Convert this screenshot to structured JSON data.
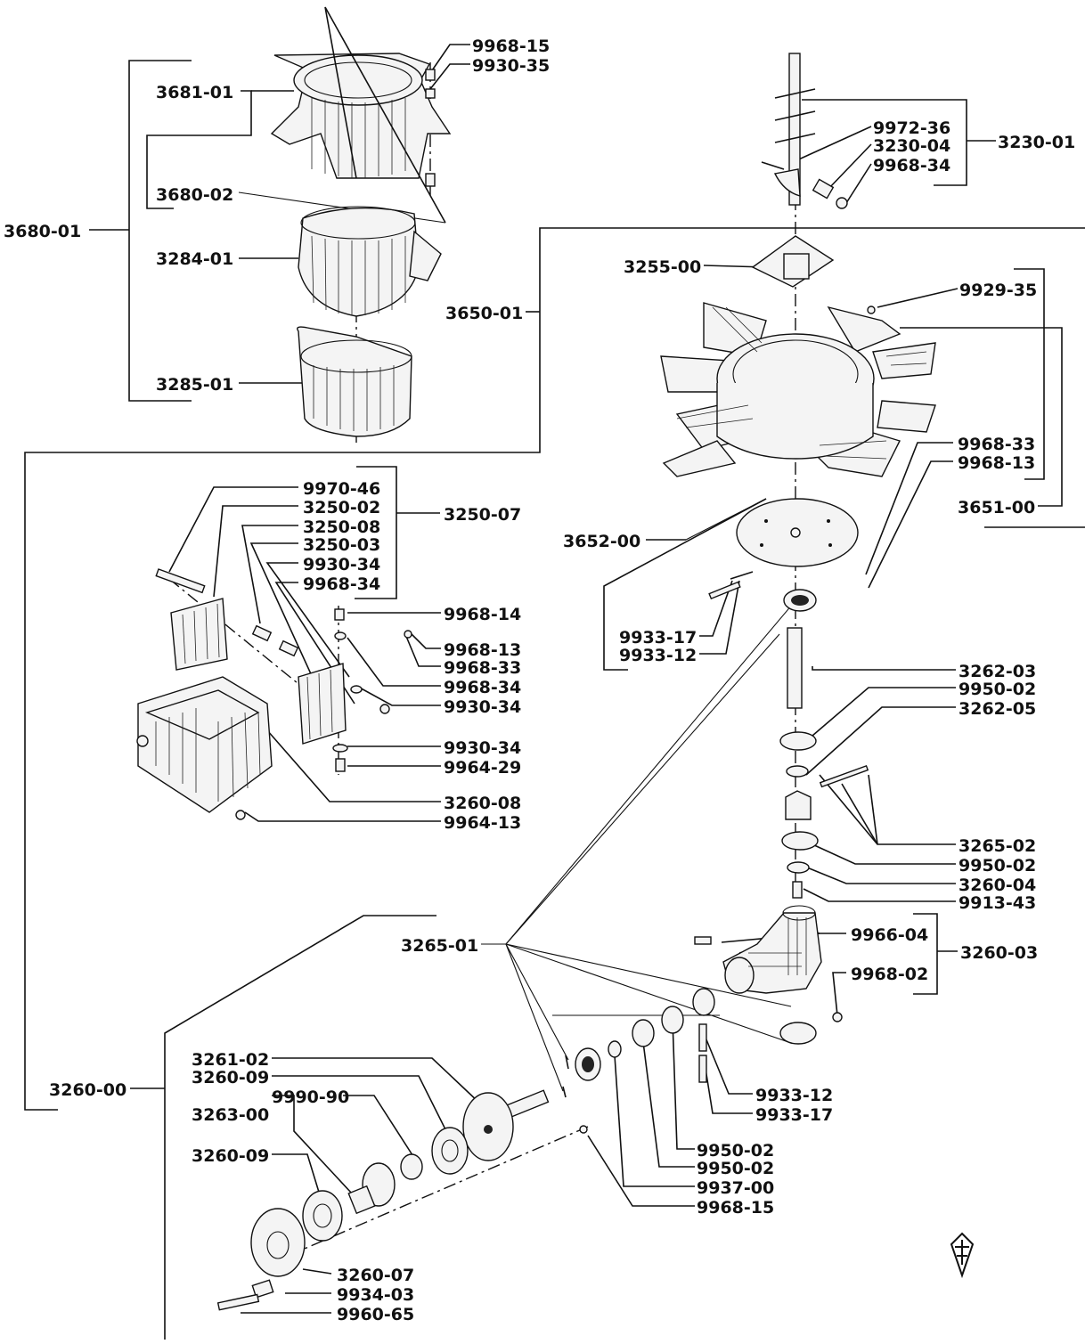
{
  "parts": {
    "p3681_01": "3681-01",
    "p3680_02": "3680-02",
    "p3680_01": "3680-01",
    "p3284_01": "3284-01",
    "p3285_01": "3285-01",
    "p9968_15_a": "9968-15",
    "p9930_35": "9930-35",
    "p9972_36": "9972-36",
    "p3230_04": "3230-04",
    "p9968_34_a": "9968-34",
    "p3230_01": "3230-01",
    "p3255_00": "3255-00",
    "p3650_01": "3650-01",
    "p9929_35": "9929-35",
    "p9968_33_a": "9968-33",
    "p9968_13_a": "9968-13",
    "p3651_00": "3651-00",
    "p3652_00": "3652-00",
    "p9933_17_a": "9933-17",
    "p9933_12_a": "9933-12",
    "p9970_46": "9970-46",
    "p3250_02": "3250-02",
    "p3250_08": "3250-08",
    "p3250_03": "3250-03",
    "p9930_34_a": "9930-34",
    "p9968_34_b": "9968-34",
    "p3250_07": "3250-07",
    "p9968_14": "9968-14",
    "p9968_13_b": "9968-13",
    "p9968_33_b": "9968-33",
    "p9968_34_c": "9968-34",
    "p9930_34_b": "9930-34",
    "p9930_34_c": "9930-34",
    "p9964_29": "9964-29",
    "p3260_08": "3260-08",
    "p9964_13": "9964-13",
    "p3262_03": "3262-03",
    "p9950_02_a": "9950-02",
    "p3262_05": "3262-05",
    "p3265_02": "3265-02",
    "p9950_02_b": "9950-02",
    "p3260_04": "3260-04",
    "p9913_43": "9913-43",
    "p9966_04": "9966-04",
    "p3260_03": "3260-03",
    "p9968_02": "9968-02",
    "p3265_01": "3265-01",
    "p3261_02": "3261-02",
    "p3260_09_a": "3260-09",
    "p9990_90": "9990-90",
    "p3263_00": "3263-00",
    "p3260_09_b": "3260-09",
    "p3260_00": "3260-00",
    "p9933_12_b": "9933-12",
    "p9933_17_b": "9933-17",
    "p9950_02_c": "9950-02",
    "p9950_02_d": "9950-02",
    "p9937_00": "9937-00",
    "p9968_15_b": "9968-15",
    "p3260_07": "3260-07",
    "p9934_03": "9934-03",
    "p9960_65": "9960-65"
  },
  "logo": {
    "icon": "manufacturer-logo-icon"
  }
}
